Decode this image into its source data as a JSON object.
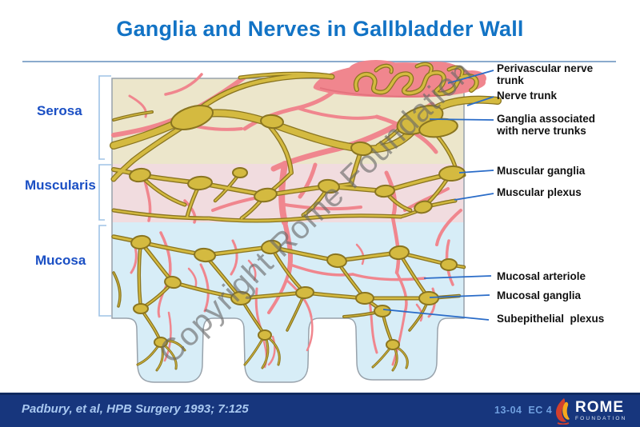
{
  "slide": {
    "title": "Ganglia and Nerves in Gallbladder Wall"
  },
  "layers": [
    {
      "label": "Serosa"
    },
    {
      "label": "Muscularis"
    },
    {
      "label": "Mucosa"
    }
  ],
  "annotations": [
    {
      "text": "Perivascular nerve\ntrunk"
    },
    {
      "text": "Nerve trunk"
    },
    {
      "text": "Ganglia associated\nwith nerve trunks"
    },
    {
      "text": "Muscular ganglia"
    },
    {
      "text": "Muscular plexus"
    },
    {
      "text": "Mucosal arteriole"
    },
    {
      "text": "Mucosal ganglia"
    },
    {
      "text": "Subepithelial  plexus"
    }
  ],
  "watermark": "Copyright Rome Foundation",
  "footer": {
    "citation": "Padbury, et al, HPB Surgery 1993; 7:125",
    "slide_code": "13-04  EC 4",
    "logo_name": "ROME",
    "logo_sub": "FOUNDATION"
  },
  "colors": {
    "title_blue": "#1273c5",
    "layer_label_blue": "#1a4fc4",
    "serosa_fill": "#ece6cb",
    "muscularis_fill": "#f1dcdf",
    "mucosa_fill": "#d7edf7",
    "nerve_gold": "#d4ba40",
    "nerve_outline": "#8a7520",
    "vessel_pink": "#f0868e",
    "pointer_blue": "#2a6cc8",
    "annotation_black": "#111111",
    "watermark_gray": "#686868",
    "footer_bg": "#17367d",
    "citation_blue": "#a8c8f0",
    "slide_code_blue": "#6f9fdf",
    "flame_red": "#d2402e",
    "flame_yellow": "#f6a81c"
  }
}
